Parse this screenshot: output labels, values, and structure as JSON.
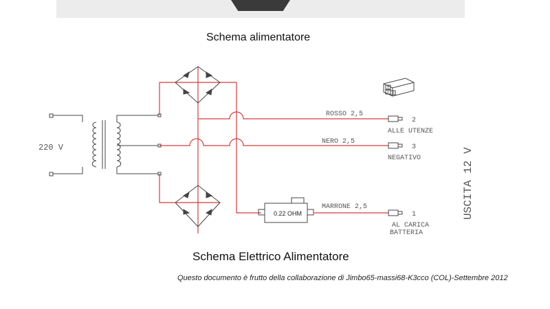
{
  "title": "Schema alimentatore",
  "subtitle": "Schema Elettrico Alimentatore",
  "credit": "Questo documento è frutto della collaborazione di Jimbo65-massi68-K3cco (COL)-Settembre 2012",
  "diagram": {
    "input_label": "220 V",
    "resistor_label": "0.22 OHM",
    "output_label": "USCITA 12 V",
    "wires": [
      {
        "color_label": "ROSSO 2,5",
        "terminal": "2",
        "destination": "ALLE UTENZE"
      },
      {
        "color_label": "NERO 2,5",
        "terminal": "3",
        "destination": "NEGATIVO"
      },
      {
        "color_label": "MARRONE 2,5",
        "terminal": "1",
        "destination_line1": "AL CARICA",
        "destination_line2": "BATTERIA"
      }
    ],
    "connector_pins": [
      "1",
      "2",
      "3"
    ],
    "colors": {
      "wire": "#d83a3a",
      "line": "#444444"
    }
  }
}
